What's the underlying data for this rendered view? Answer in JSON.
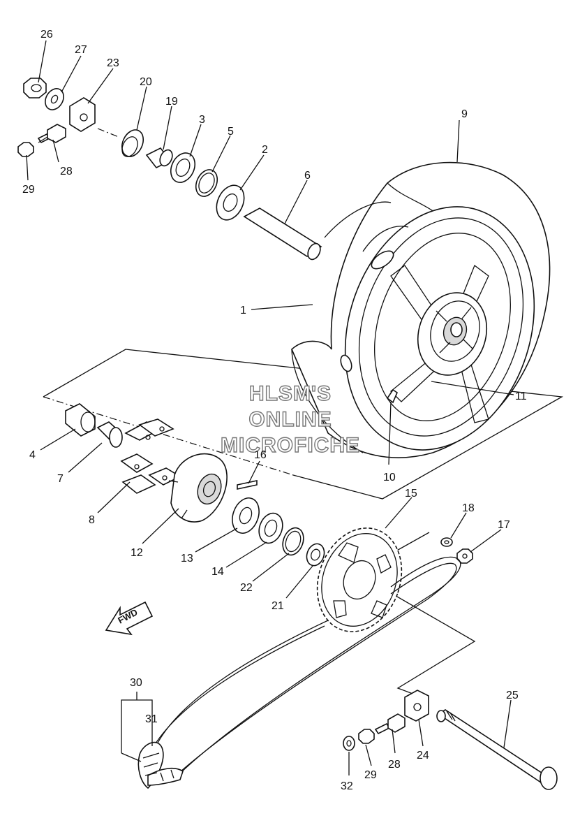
{
  "watermark": {
    "line1": "HLSM'S",
    "line2": "ONLINE",
    "line3": "MICROFICHE"
  },
  "fwd_label": "FWD",
  "callouts": {
    "c1": "1",
    "c2": "2",
    "c3": "3",
    "c4": "4",
    "c5": "5",
    "c6": "6",
    "c7": "7",
    "c8": "8",
    "c9": "9",
    "c10": "10",
    "c11": "11",
    "c12": "12",
    "c13": "13",
    "c14": "14",
    "c15": "15",
    "c16": "16",
    "c17": "17",
    "c18": "18",
    "c19": "19",
    "c20": "20",
    "c21": "21",
    "c22": "22",
    "c23": "23",
    "c24": "24",
    "c25": "25",
    "c26": "26",
    "c27": "27",
    "c28a": "28",
    "c28b": "28",
    "c29a": "29",
    "c29b": "29",
    "c30": "30",
    "c31": "31",
    "c32": "32"
  }
}
